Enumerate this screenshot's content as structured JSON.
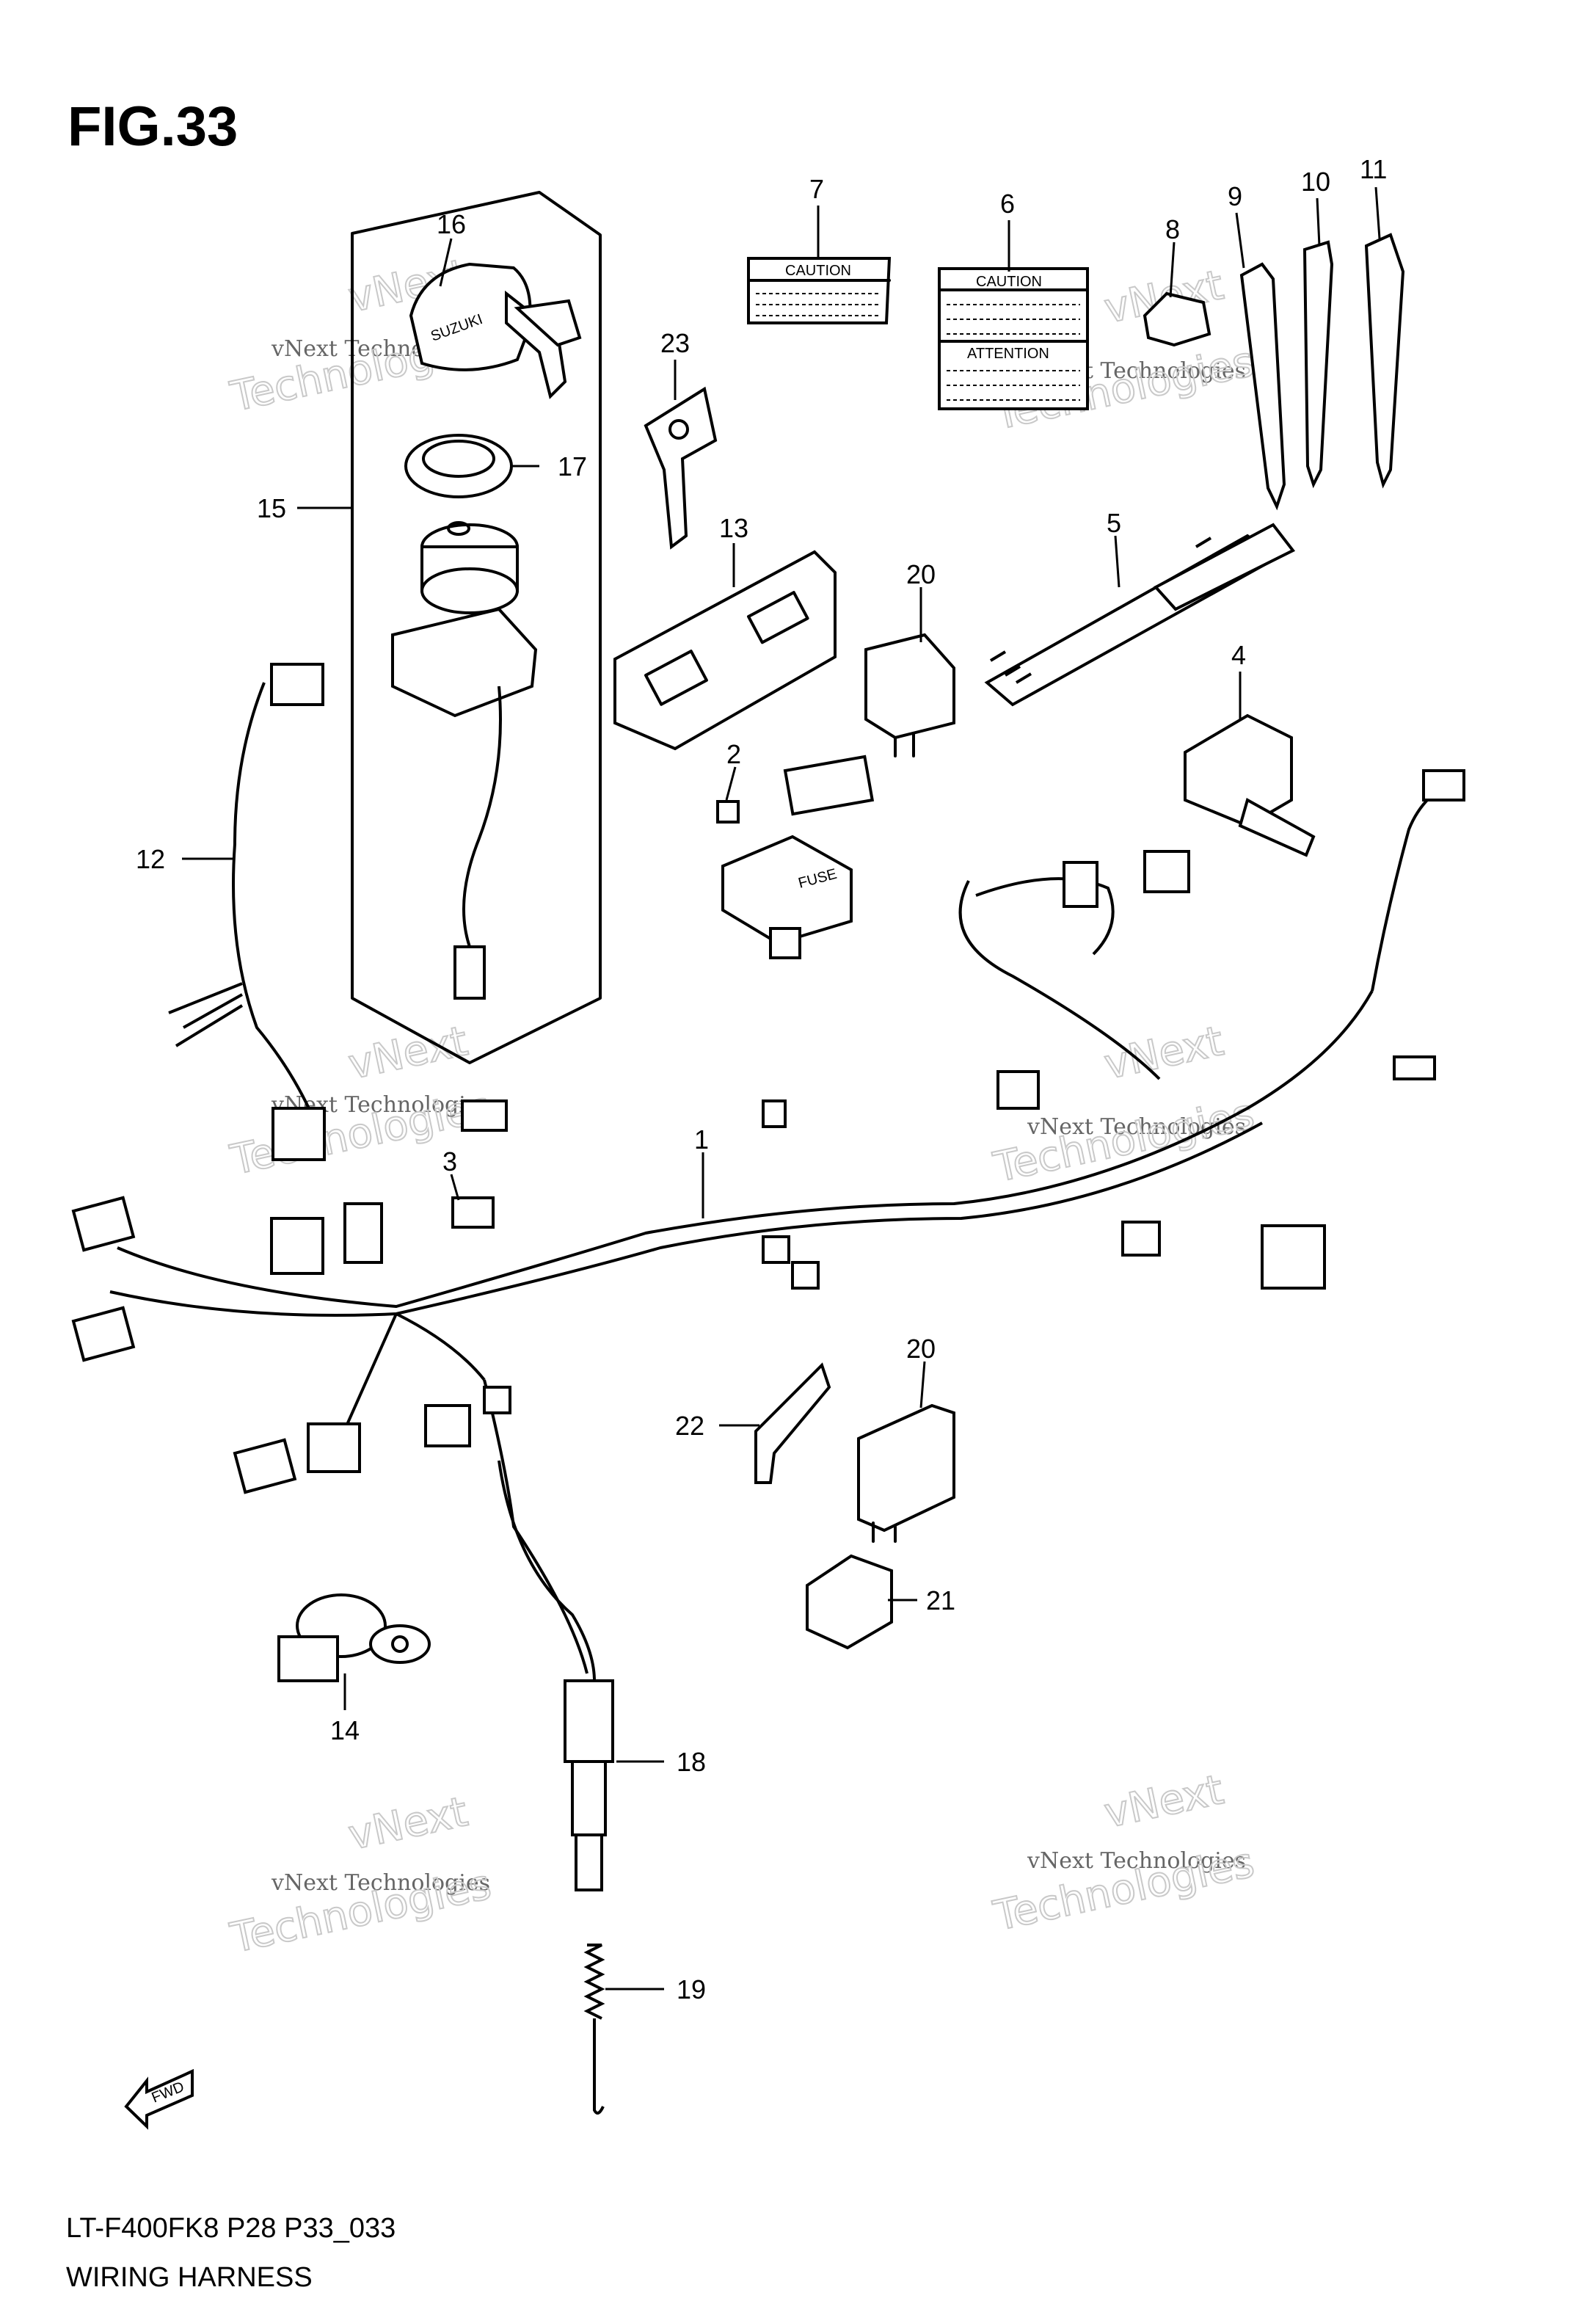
{
  "figure": {
    "title": "FIG.33",
    "model_code": "LT-F400FK8 P28 P33_033",
    "caption": "WIRING HARNESS"
  },
  "labels": {
    "caution": "CAUTION",
    "attention": "ATTENTION",
    "fuse": "FUSE",
    "suzuki": "SUZUKI",
    "fwd": "FWD"
  },
  "watermark": {
    "line1": "vNext Technologies",
    "line2": "vNext",
    "line3": "Technologies"
  },
  "callouts": [
    {
      "id": "c1",
      "number": "1"
    },
    {
      "id": "c2",
      "number": "2"
    },
    {
      "id": "c3",
      "number": "3"
    },
    {
      "id": "c4",
      "number": "4"
    },
    {
      "id": "c5",
      "number": "5"
    },
    {
      "id": "c6",
      "number": "6"
    },
    {
      "id": "c7",
      "number": "7"
    },
    {
      "id": "c8",
      "number": "8"
    },
    {
      "id": "c9",
      "number": "9"
    },
    {
      "id": "c10",
      "number": "10"
    },
    {
      "id": "c11",
      "number": "11"
    },
    {
      "id": "c12",
      "number": "12"
    },
    {
      "id": "c13",
      "number": "13"
    },
    {
      "id": "c14",
      "number": "14"
    },
    {
      "id": "c15",
      "number": "15"
    },
    {
      "id": "c16",
      "number": "16"
    },
    {
      "id": "c17",
      "number": "17"
    },
    {
      "id": "c18",
      "number": "18"
    },
    {
      "id": "c19",
      "number": "19"
    },
    {
      "id": "c20a",
      "number": "20"
    },
    {
      "id": "c20b",
      "number": "20"
    },
    {
      "id": "c21",
      "number": "21"
    },
    {
      "id": "c22",
      "number": "22"
    },
    {
      "id": "c23",
      "number": "23"
    }
  ]
}
